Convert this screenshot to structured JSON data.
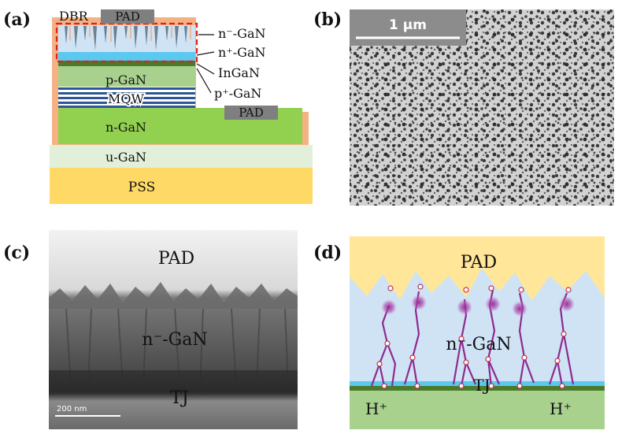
{
  "panels": {
    "a": {
      "label": "(a)",
      "layers": {
        "dbr": "DBR",
        "pad_top": "PAD",
        "n_minus_gan": "n⁻-GaN",
        "n_plus_gan": "n⁺-GaN",
        "ingan": "InGaN",
        "p_plus_gan": "p⁺-GaN",
        "p_gan": "p-GaN",
        "mqw": "MQW",
        "pad_side": "PAD",
        "n_gan": "n-GaN",
        "u_gan": "u-GaN",
        "pss": "PSS"
      },
      "colors": {
        "dbr": "#f4b183",
        "pad": "#7f7f7f",
        "n_plus": "#5bc8f0",
        "ingan": "#4a7a2a",
        "p_gan": "#a9d18e",
        "mqw_dark": "#2e5597",
        "n_gan": "#92d050",
        "u_gan": "#e2f0d9",
        "pss": "#ffd966",
        "highlight": "#e02020"
      }
    },
    "b": {
      "label": "(b)",
      "scale_bar": "1 μm"
    },
    "c": {
      "label": "(c)",
      "pad": "PAD",
      "n_minus_gan": "n⁻-GaN",
      "tj": "TJ",
      "scale_bar": "200 nm"
    },
    "d": {
      "label": "(d)",
      "pad": "PAD",
      "n_minus_gan": "n⁻-GaN",
      "tj": "TJ",
      "h_plus_left": "H⁺",
      "h_plus_right": "H⁺",
      "colors": {
        "pad": "#ffe699",
        "gan": "#cfe3f5",
        "tj": "#5bc8f0",
        "dark_layer": "#4a7a2a",
        "substrate": "#a9d18e",
        "pore": "#8e2a8e"
      }
    }
  }
}
